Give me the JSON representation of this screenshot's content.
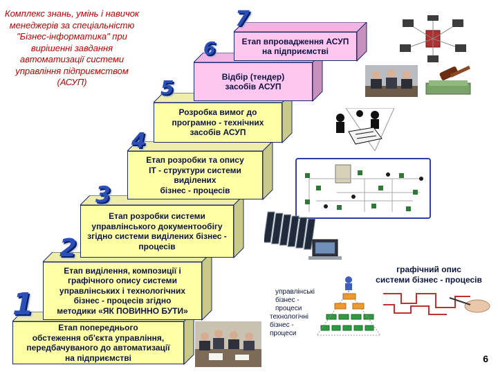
{
  "intro_text": "Комплекс знань, умінь і навичок менеджерів за спеціальністю \"Бізнес-інформатика\" при вирішенні завдання автоматизації системи управління підприємством (АСУП)",
  "steps": [
    {
      "number": "1",
      "label": "Етап попереднього\nобстеження об'єкта управління,\nпередбачуваного до автоматизації\nна підприємстві"
    },
    {
      "number": "2",
      "label": "Етап виділення, композиції і\nграфічного опису системи\nуправлінських і технологічних\nбізнес - процесів згідно\nметодики «ЯК ПОВИННО БУТИ»"
    },
    {
      "number": "3",
      "label": "Етап розробки системи\nуправлінського документообігу\nзгідно системи виділених бізнес -\nпроцесів"
    },
    {
      "number": "4",
      "label": "Етап розробки та опису\nIT - структури системи\nвиділених\nбізнес - процесів"
    },
    {
      "number": "5",
      "label": "Розробка вимог до\nпрограмно - технічних\nзасобів АСУП"
    },
    {
      "number": "6",
      "label": "Відбір (тендер)\nзасобів АСУП"
    },
    {
      "number": "7",
      "label": "Етап впровадження АСУП\nна підприємстві"
    }
  ],
  "pyramid_labels": {
    "management": "управлінські\nбізнес - процеси",
    "technology": "технологічні\nбізнес - процеси"
  },
  "graphic_caption": "графічний опис\nсистеми бізнес - процесів",
  "page_number": "6",
  "colors": {
    "step_face": "#ffffa6",
    "step_top": "#eeeeaa",
    "step_side": "#c9c98a",
    "pink_face": "#ffc6f0",
    "pink_top": "#f0b5e2",
    "pink_side": "#c98fbd",
    "number": "#2a4fb8",
    "intro": "#c00000"
  }
}
